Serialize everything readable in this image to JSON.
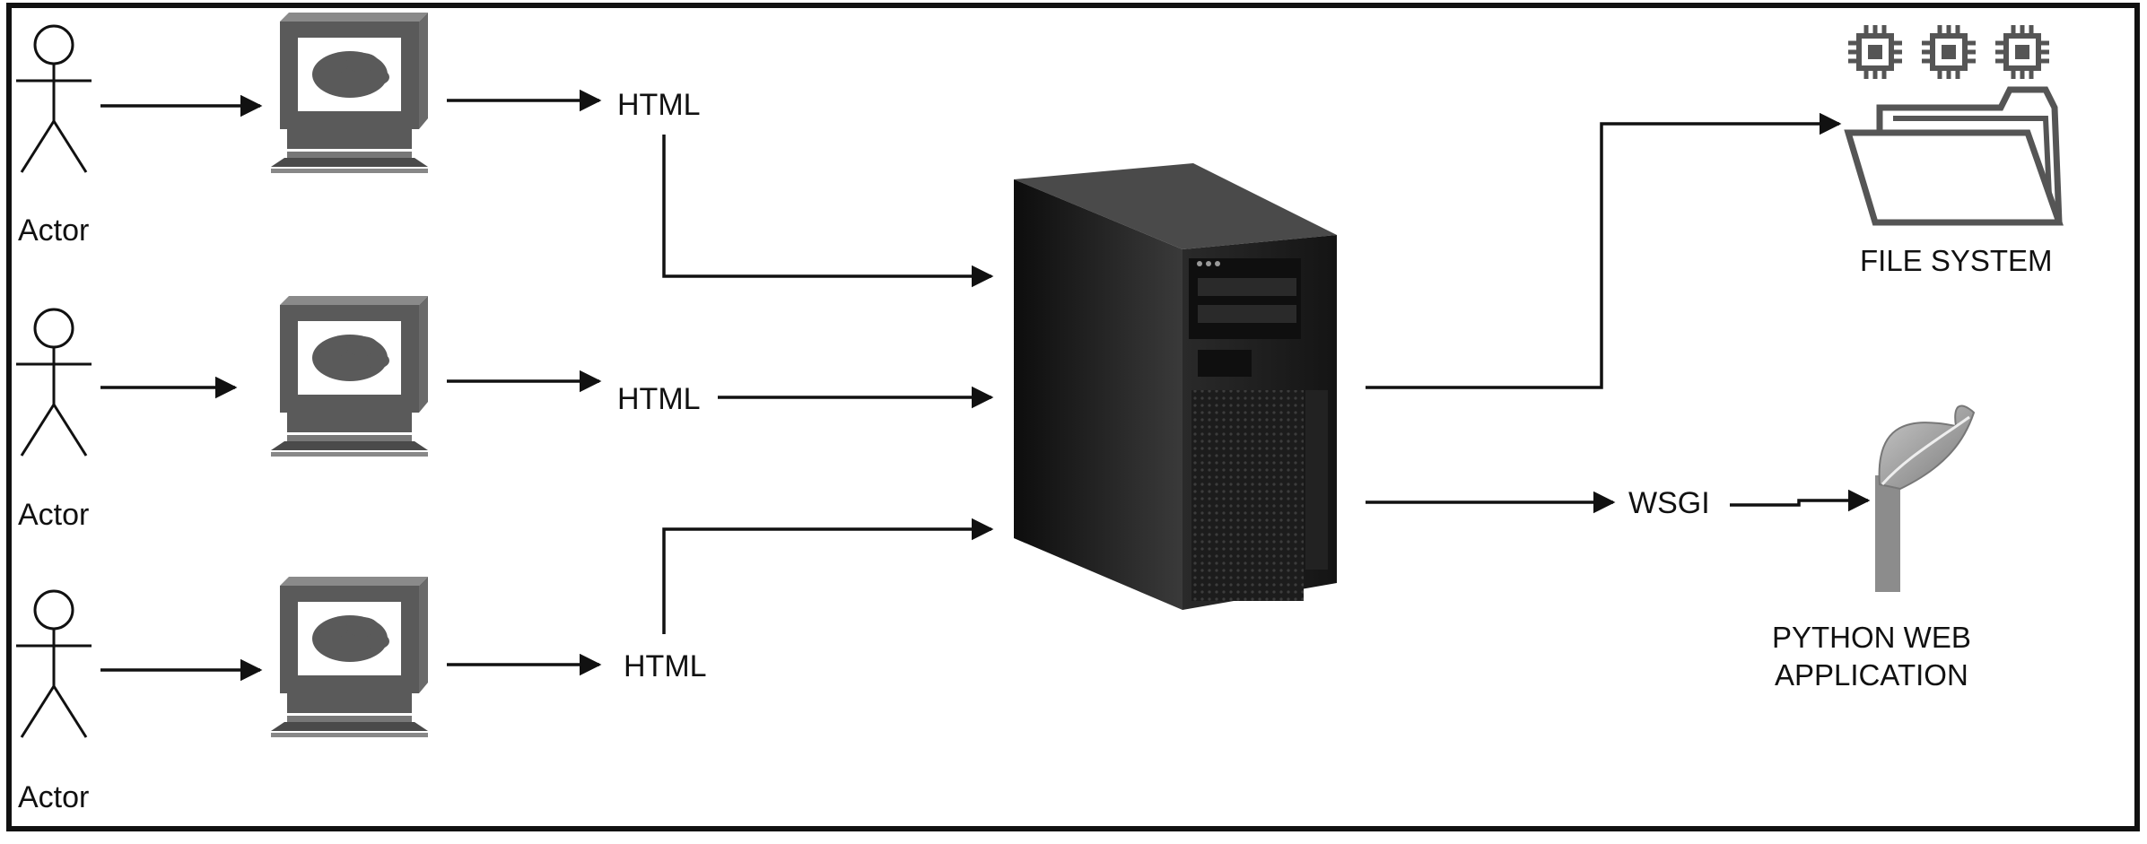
{
  "diagram": {
    "actors": [
      {
        "label": "Actor"
      },
      {
        "label": "Actor"
      },
      {
        "label": "Actor"
      }
    ],
    "protocols": [
      {
        "label": "HTML"
      },
      {
        "label": "HTML"
      },
      {
        "label": "HTML"
      }
    ],
    "server": {
      "icon": "server-tower-icon"
    },
    "file_system": {
      "label": "FILE SYSTEM",
      "icon": "folder-icon"
    },
    "wsgi": {
      "label": "WSGI"
    },
    "python_app": {
      "label_line1": "PYTHON WEB",
      "label_line2": "APPLICATION",
      "icon": "leaf-icon"
    },
    "colors": {
      "line": "#111111",
      "icon": "#555555",
      "server_dark": "#1a1a1a"
    }
  }
}
